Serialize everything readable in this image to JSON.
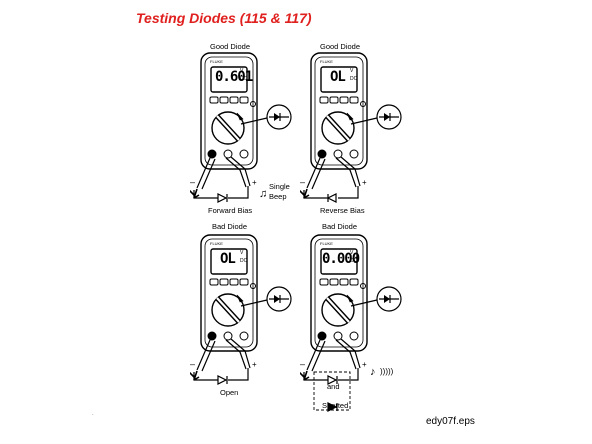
{
  "title": "Testing Diodes (115 & 117)",
  "brand_text": "FLUKE",
  "lcd_units": {
    "v": "V",
    "dc": "DC"
  },
  "panels": [
    {
      "heading": "Good Diode",
      "reading": "0.601",
      "caption": "Forward Bias",
      "sound_label": "Single\nBeep"
    },
    {
      "heading": "Good Diode",
      "reading": "OL",
      "caption": "Reverse Bias"
    },
    {
      "heading": "Bad Diode",
      "reading": "OL",
      "caption": "Open"
    },
    {
      "heading": "Bad Diode",
      "reading": "0.000",
      "caption": "Shorted",
      "connector": "and",
      "sound_icon": "continuous-beep"
    }
  ],
  "footer": "edy07f.eps",
  "colors": {
    "title": "#e0201e",
    "ink": "#000000",
    "background": "#ffffff"
  }
}
